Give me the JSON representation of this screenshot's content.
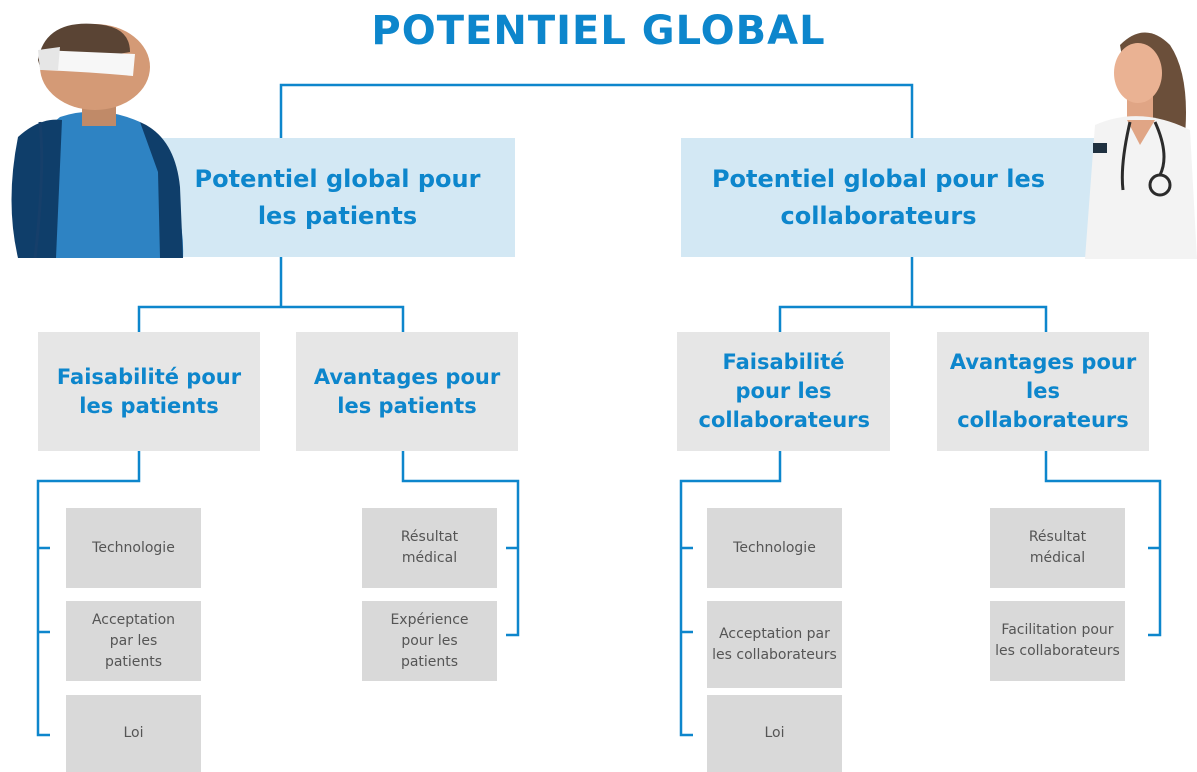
{
  "title": "POTENTIEL GLOBAL",
  "colors": {
    "accent": "#0d86cc",
    "level1_fill": "#d3e8f4",
    "level2_fill": "#e6e6e6",
    "level3_fill": "#d9d9d9",
    "level3_text": "#555555",
    "connector": "#0d86cc"
  },
  "illustrations": [
    "patient-icon",
    "doctor-icon"
  ],
  "patients": {
    "heading": "Potentiel global pour les patients",
    "feasibility": {
      "heading": "Faisabilité pour les patients",
      "items": [
        "Technologie",
        "Acceptation par les patients",
        "Loi"
      ]
    },
    "benefits": {
      "heading": "Avantages pour les patients",
      "items": [
        "Résultat médical",
        "Expérience pour les patients"
      ]
    }
  },
  "staff": {
    "heading": "Potentiel global pour les collaborateurs",
    "feasibility": {
      "heading": "Faisabilité pour les collaborateurs",
      "items": [
        "Technologie",
        "Acceptation par les collaborateurs",
        "Loi"
      ]
    },
    "benefits": {
      "heading": "Avantages pour les collaborateurs",
      "items": [
        "Résultat médical",
        "Facilitation pour les collaborateurs"
      ]
    }
  }
}
